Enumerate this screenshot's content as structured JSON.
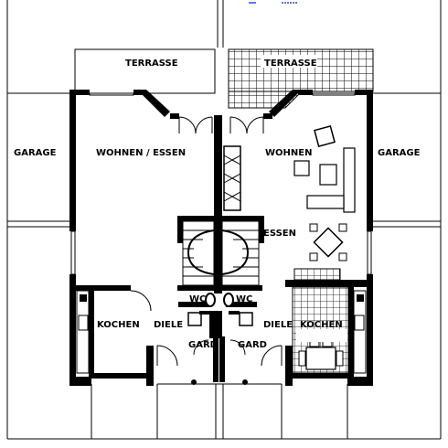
{
  "title": "",
  "rooms": {
    "terrace_left": "TERRASSE",
    "terrace_right": "TERRASSE",
    "garage_left": "GARAGE",
    "garage_right": "GARAGE",
    "living_dining_left": "WOHNEN / ESSEN",
    "living_right": "WOHNEN",
    "dining_right": "ESSEN",
    "kitchen_left": "KOCHEN",
    "kitchen_right": "KOCHEN",
    "hall_left": "DIELE",
    "hall_right": "DIELE",
    "wc_left": "WC",
    "wc_right": "WC",
    "wardrobe_left": "GARD",
    "wardrobe_right": "GARD"
  },
  "colors": {
    "walls": "#000000",
    "background": "#ffffff",
    "marker_blue": "#2a4bd7"
  }
}
